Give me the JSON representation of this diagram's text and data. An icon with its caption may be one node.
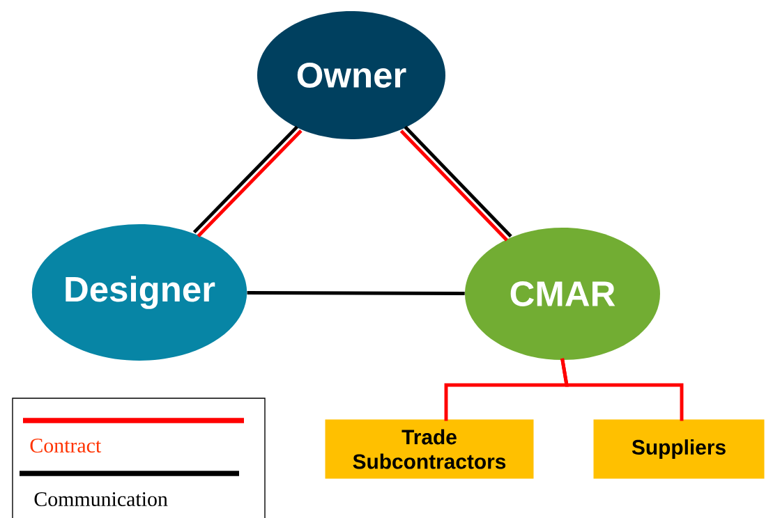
{
  "diagram": {
    "nodes": [
      {
        "text": [
          "Owner"
        ]
      },
      {
        "text": [
          "Designer"
        ]
      },
      {
        "text": [
          "CMAR"
        ]
      },
      {
        "text": [
          "Trade Subcontractors"
        ]
      },
      {
        "text": [
          "Suppliers"
        ]
      }
    ],
    "edges": [
      {
        "from": 0,
        "to": 1,
        "arrow": "none",
        "color": "#000000"
      },
      {
        "from": 0,
        "to": 1,
        "arrow": "none"
      },
      {
        "from": 0,
        "to": 2,
        "arrow": "none",
        "color": "#000000"
      },
      {
        "from": 0,
        "to": 2,
        "arrow": "none"
      },
      {
        "from": 1,
        "to": 2,
        "arrow": "none",
        "color": "#000000"
      },
      {
        "from": 2,
        "to": 3,
        "arrow": "none"
      },
      {
        "from": 2,
        "to": 4,
        "arrow": "none"
      }
    ],
    "legend": [
      {
        "text": "Contract"
      },
      {
        "text": "Communication"
      }
    ]
  }
}
